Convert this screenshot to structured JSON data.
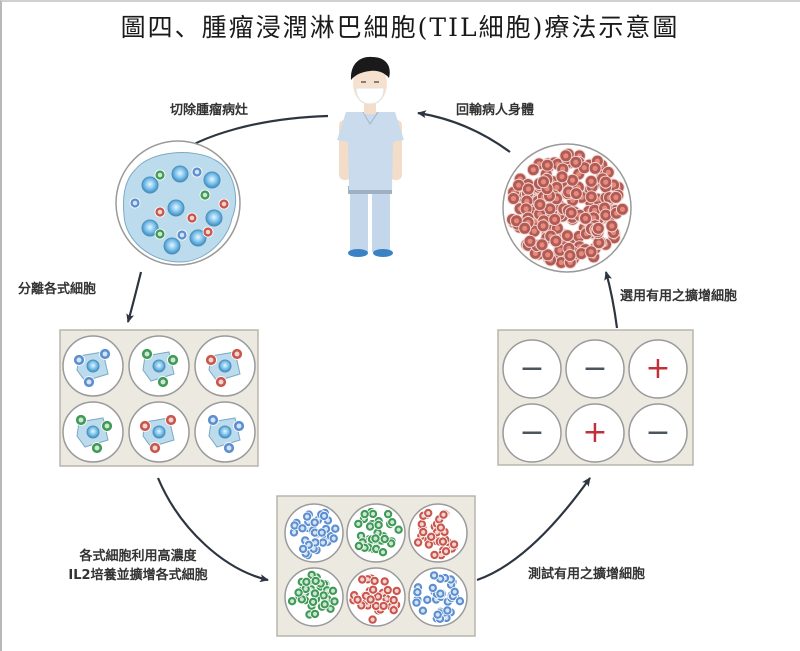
{
  "title": "圖四、腫瘤浸潤淋巴細胞(TIL細胞)療法示意圖",
  "steps": {
    "excise": "切除腫瘤病灶",
    "separate": "分離各式細胞",
    "culture_line1": "各式細胞利用高濃度",
    "culture_line2": "IL2培養並擴增各式細胞",
    "test": "測試有用之擴增細胞",
    "select": "選用有用之擴增細胞",
    "reinfuse": "回輸病人身體"
  },
  "separated_wells": [
    "blue",
    "green",
    "red",
    "green",
    "red",
    "blue"
  ],
  "expanded_wells": [
    "blue",
    "green",
    "red",
    "green",
    "red",
    "blue"
  ],
  "test_results": [
    "−",
    "−",
    "+",
    "−",
    "+",
    "−"
  ],
  "colors": {
    "blue_cell": "#5b8fd0",
    "green_cell": "#3f9a55",
    "red_cell": "#c9564c",
    "tumor_cell": "#b9dbee",
    "plate_bg": "#ece9e0",
    "plus": "#c0303a",
    "minus": "#4a5560",
    "arrow": "#2d3640"
  }
}
